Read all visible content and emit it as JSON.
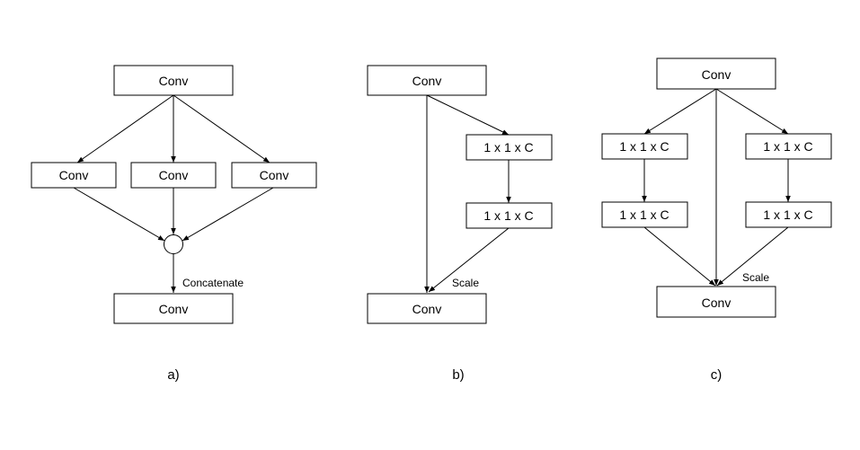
{
  "panel_a": {
    "top": "Conv",
    "branch_left": "Conv",
    "branch_mid": "Conv",
    "branch_right": "Conv",
    "merge_label": "Concatenate",
    "bottom": "Conv",
    "caption": "a)"
  },
  "panel_b": {
    "top": "Conv",
    "mid1": "1 x 1 x C",
    "mid2": "1 x 1 x C",
    "edge_label": "Scale",
    "bottom": "Conv",
    "caption": "b)"
  },
  "panel_c": {
    "top": "Conv",
    "left1": "1 x 1 x C",
    "left2": "1 x 1 x C",
    "right1": "1 x 1 x C",
    "right2": "1 x 1 x C",
    "edge_label": "Scale",
    "bottom": "Conv",
    "caption": "c)"
  }
}
